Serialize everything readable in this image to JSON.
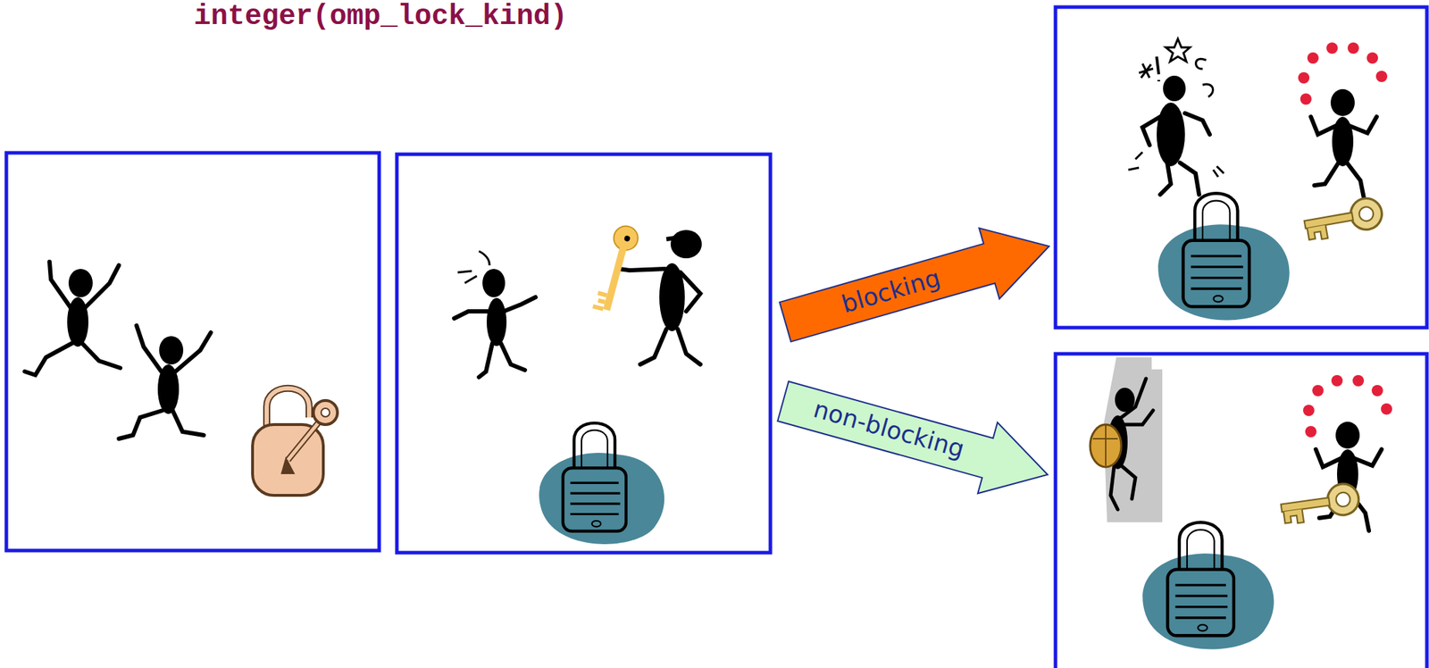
{
  "diagram": {
    "labels": [
      "integer(omp_lock_kind)",
      "blocking",
      "non-blocking"
    ]
  }
}
